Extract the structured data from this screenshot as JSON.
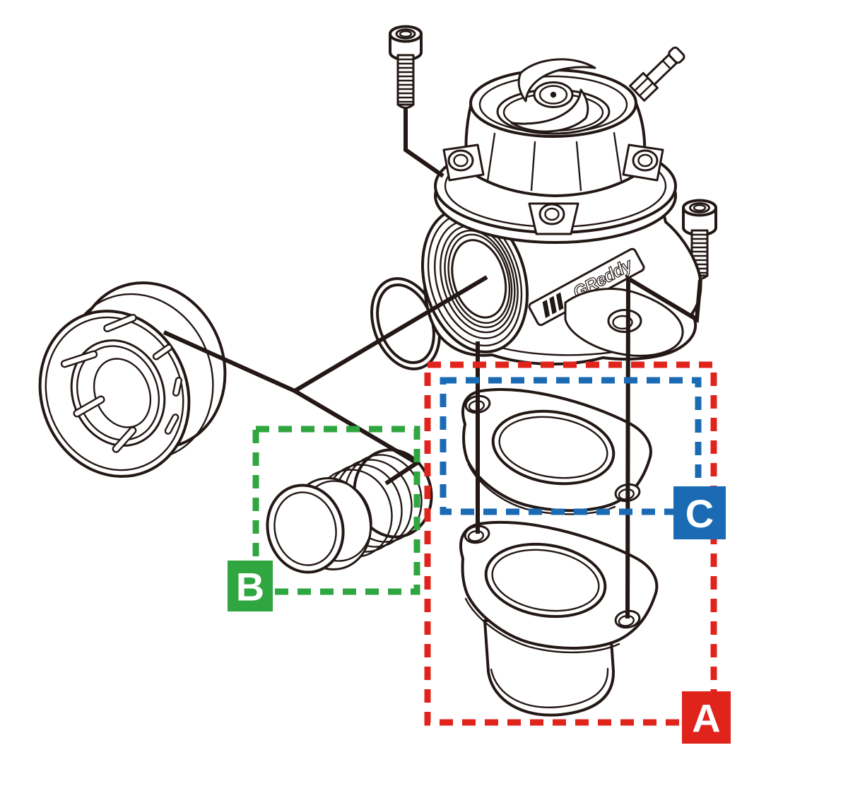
{
  "figure": {
    "background": "#ffffff",
    "line_color": "#231815"
  },
  "logo": {
    "text": "GReddy"
  },
  "callouts": [
    {
      "letter": "A",
      "color": "#e0241c"
    },
    {
      "letter": "B",
      "color": "#2fa63f"
    },
    {
      "letter": "C",
      "color": "#1a6ab4"
    }
  ]
}
